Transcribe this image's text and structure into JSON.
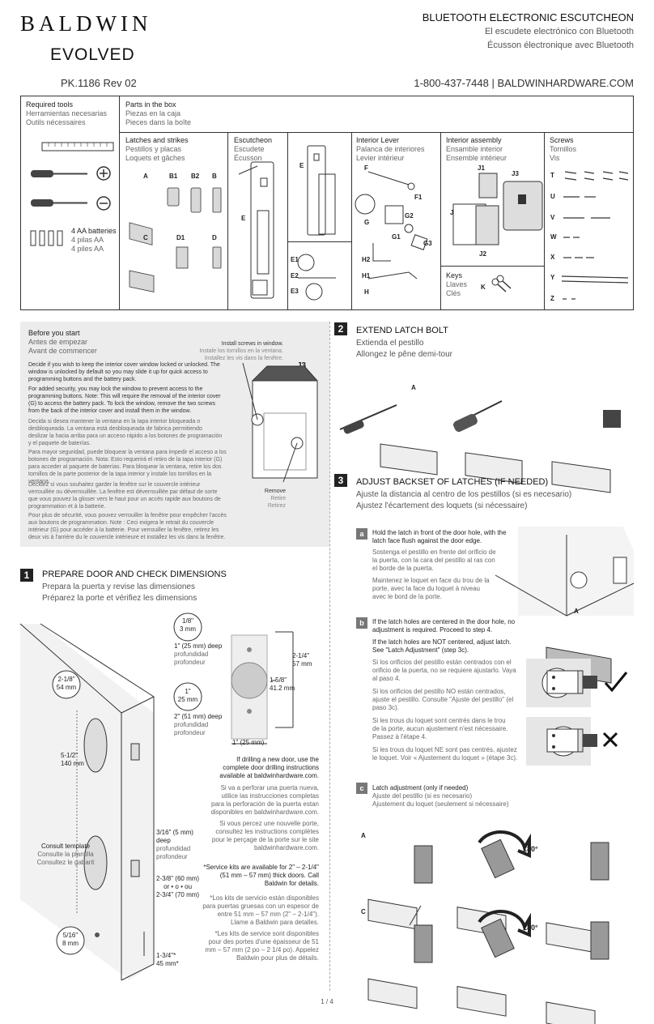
{
  "header": {
    "brand": "BALDWIN",
    "sub_brand": "EVOLVED",
    "product_code": "PK.1186 Rev 02",
    "title_en": "BLUETOOTH ELECTRONIC ESCUTCHEON",
    "title_es": "El escudete electrónico con Bluetooth",
    "title_fr": "Écusson électronique avec Bluetooth",
    "contact": "1-800-437-7448  |  BALDWINHARDWARE.COM"
  },
  "parts_box": {
    "tools": {
      "en": "Required tools",
      "es": "Herramientas necesarias",
      "fr": "Outils nécessaires"
    },
    "batteries": {
      "en": "4 AA batteries",
      "es": "4 pilas AA",
      "fr": "4 piles AA"
    },
    "parts": {
      "en": "Parts in the box",
      "es": "Piezas en la caja",
      "fr": "Pieces dans la boîte"
    },
    "latches": {
      "en": "Latches and strikes",
      "es": "Pestillos y placas",
      "fr": "Loquets et gâches"
    },
    "escutcheon": {
      "en": "Escutcheon",
      "es": "Escudete",
      "fr": "Écusson"
    },
    "lever": {
      "en": "Interior Lever",
      "es": "Palanca de interiores",
      "fr": "Levier intérieur"
    },
    "assembly": {
      "en": "Interior assembly",
      "es": "Ensamble interior",
      "fr": "Ensemble intérieur"
    },
    "screws": {
      "en": "Screws",
      "es": "Tornillos",
      "fr": "Vis"
    },
    "keys": {
      "en": "Keys",
      "es": "Llaves",
      "fr": "Clés"
    },
    "latch_labels": [
      "A",
      "B1",
      "B2",
      "B",
      "C",
      "D1",
      "D"
    ],
    "escutcheon_labels": [
      "E",
      "E",
      "E1",
      "E2",
      "E3"
    ],
    "lever_labels": [
      "F",
      "F1",
      "G",
      "G2",
      "G1",
      "G3",
      "H2",
      "H1",
      "H"
    ],
    "assembly_labels": [
      "J1",
      "J3",
      "J",
      "J2"
    ],
    "key_label": "K",
    "screw_labels": [
      "T",
      "U",
      "V",
      "W",
      "X",
      "Y",
      "Z"
    ]
  },
  "before": {
    "title_en": "Before you start",
    "title_es": "Antes de empezar",
    "title_fr": "Avant de commencer",
    "p1": "Decide if you wish to keep the interior cover window locked or unlocked. The window is unlocked by default so you may slide it up for quick access to programming buttons and the battery pack.",
    "p2": "For added security, you may lock the window to prevent access to the programming buttons. Note: This will require the removal of the interior cover (G) to access the battery pack. To lock the window, remove the two screws from the back of the interior cover and install them in the window.",
    "p3": "Decida si desea mantener la ventana en la tapa interior bloqueada o desbloqueada. La ventana está desbloqueada de fabrica permitiendo deslizar la hacia arriba para un acceso rápido a los botones de programación y el paquete de baterías.",
    "p4": "Para mayor seguridad, puede bloquear la ventana para impedir el acceso a los botones de programación. Nota: Esto requerirá el retiro de la tapa interior (G) para acceder al paquete de baterías. Para bloquear la ventana, retire los dos tornillos de la parte posterior de la tapa interior y instale los tornillos en la ventana.",
    "p5": "Décidez si vous souhaitez garder la fenêtre sur le couvercle intérieur verrouillée ou déverrouillée. La fenêtre est déverrouillée par défaut de sorte que vous pouvez la glisser vers le haut pour un accès rapide aux boutons de programmation et à la batterie.",
    "p6": "Pour plus de sécurité, vous pouvez verrouiller la fenêtre pour empêcher l'accès aux boutons de programmation. Note : Ceci exigera le retrait du couvercle intérieur (G) pour accéder à la batterie. Pour verrouiller la fenêtre, retirez les deux vis à l'arrière du le couvercle intérieure et installez les vis dans la fenêtre.",
    "install_en": "Install screws in window.",
    "install_es": "Instale los tornillos en la ventana.",
    "install_fr": "Installez les vis dans la fenêtre.",
    "part": "J3",
    "remove_en": "Remove",
    "remove_es": "Retire",
    "remove_fr": "Retirez"
  },
  "step1": {
    "num": "1",
    "title": "PREPARE DOOR AND CHECK DIMENSIONS",
    "es": "Prepara la puerta y revise las dimensiones",
    "fr": "Préparez la porte et vérifiez les dimensions",
    "d_18": "1/8\"",
    "d_3mm": "3 mm",
    "deep1": "1\" (25 mm) deep",
    "prof1a": "profundidad",
    "prof1b": "profondeur",
    "d_1": "1\"",
    "d_25mm": "25 mm",
    "deep2": "2\" (51 mm) deep",
    "prof2a": "profundidad",
    "prof2b": "profondeur",
    "d_2_14": "2-1/4\"",
    "d_57": "57 mm",
    "d_1_58": "1-5/8\"",
    "d_412": "41.2 mm",
    "d_1_25": "1\" (25 mm)",
    "d_2_18": "2-1/8\"",
    "d_54": "54 mm",
    "d_5_12": "5-1/2\"",
    "d_140": "140 mm",
    "tmpl_en": "Consult template",
    "tmpl_es": "Consulte la plantilla",
    "tmpl_fr": "Consultez le gabarit",
    "d_316": "3/16\" (5 mm)",
    "deep3": "deep",
    "prof3a": "profundidad",
    "prof3b": "profondeur",
    "bs1": "2-3/8\" (60 mm)",
    "bs_or": "or • o • ou",
    "bs2": "2-3/4\" (70 mm)",
    "d_516": "5/16\"",
    "d_8": "8 mm",
    "d_1_34": "1-3/4\"*",
    "d_45": "45 mm*",
    "new_en": "If drilling a new door, use the complete door drilling instructions available at baldwinhardware.com.",
    "new_es": "Si va a perforar una puerta nueva, utilice las instrucciones completas para la perforación de la puerta estan disponibles en baldwinhardware.com.",
    "new_fr": "Si vous percez une nouvelle porte, consultez les instructions complètes pour le perçage de la porte sur le site baldwinhardware.com.",
    "kit_en": "*Service kits are available for 2\" – 2-1/4\" (51 mm – 57 mm) thick doors. Call Baldwin for details.",
    "kit_es": "*Los kits de servicio están disponibles para puertas gruesas con un espesor de entre 51 mm – 57 mm (2\" – 2-1/4\"). Llame a Baldwin para detalles.",
    "kit_fr": "*Les kits de service sont disponibles pour des portes d'une épaisseur de 51 mm – 57 mm (2 po – 2 1/4 po). Appelez Baldwin pour plus de détails."
  },
  "step2": {
    "num": "2",
    "title": "EXTEND LATCH BOLT",
    "es": "Extienda el pestillo",
    "fr": "Allongez le pêne demi-tour",
    "label": "A"
  },
  "step3": {
    "num": "3",
    "title": "ADJUST BACKSET OF LATCHES (IF NEEDED)",
    "es": "Ajuste la distancia al centro de los pestillos (si es necesario)",
    "fr": "Ajustez l'écartement des loquets (si nécessaire)",
    "a": {
      "tag": "a",
      "en": "Hold the latch in front of the door hole, with the latch face flush against the door edge.",
      "es": "Sostenga el pestillo en frente del orificio de la puerta, con la cara del pestillo al ras con el borde de la puerta.",
      "fr": "Maintenez le loquet en face du trou de la porte, avec la face du loquet à niveau avec le bord de la porte.",
      "label": "A"
    },
    "b": {
      "tag": "b",
      "en1": "If the latch holes are centered in the door hole, no adjustment is required. Proceed to step 4.",
      "en2": "If the latch holes are NOT centered, adjust latch. See \"Latch Adjustment\" (step 3c).",
      "es1": "Si los orificios del pestillo están centrados con el orificio de la puerta, no se requiere ajustarlo. Vaya al paso 4.",
      "es2": "Si los orificios del pestillo NO están centrados, ajuste el pestillo. Consulte \"Ajuste del pestillo\" (el paso 3c).",
      "fr1": "Si les trous du loquet sont centrés dans le trou de la porte, aucun ajustement n'est nécessaire. Passez à l'étape 4.",
      "fr2": "Si les trous du loquet NE sont pas centrés, ajustez le loquet. Voir « Ajustement du loquet » (étape 3c)."
    },
    "c": {
      "tag": "c",
      "en": "Latch adjustment (only if needed)",
      "es": "Ajuste del pestillo (si es necesario)",
      "fr": "Ajustement du loquet (seulement si nécessaire)",
      "label_a": "A",
      "label_c": "C",
      "deg1": "180°",
      "deg2": "180°"
    }
  },
  "footer": {
    "page": "1 / 4"
  }
}
